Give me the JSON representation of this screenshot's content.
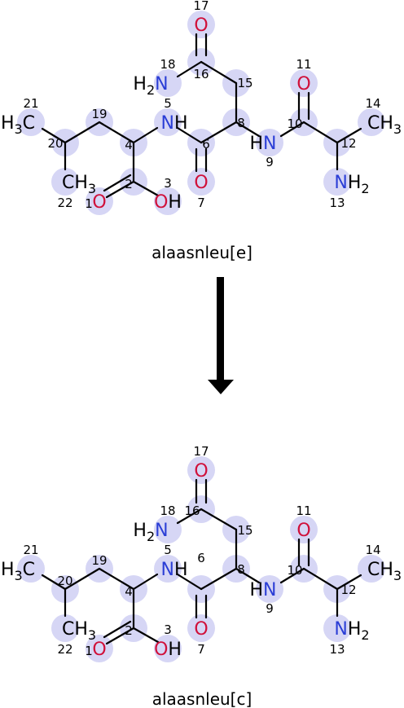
{
  "colors": {
    "highlight": "#d6d6f5",
    "oxygen": "#d0103a",
    "nitrogen": "#2b3ed6",
    "carbon": "#000000"
  },
  "reactant": {
    "name": "alaasnleu[e]",
    "atom_numbers": [
      "1",
      "2",
      "3",
      "4",
      "5",
      "6",
      "7",
      "8",
      "9",
      "10",
      "11",
      "12",
      "13",
      "14",
      "15",
      "16",
      "17",
      "18",
      "19",
      "20",
      "21",
      "22"
    ],
    "labels": {
      "o17": "O",
      "o11": "O",
      "o7": "O",
      "o1": "O",
      "o3": "O",
      "h3": "H",
      "n18_h": "H",
      "n18_sub": "2",
      "n18_n": "N",
      "n5_n": "N",
      "n5_h": "H",
      "n9_h": "H",
      "n9_n": "N",
      "n13_n": "N",
      "n13_h": "H",
      "n13_sub": "2",
      "c21_h": "H",
      "c21_sub": "3",
      "c21_c": "C",
      "c22_c": "C",
      "c22_h": "H",
      "c22_sub": "3",
      "c14_c": "C",
      "c14_h": "H",
      "c14_sub": "3"
    }
  },
  "product": {
    "name": "alaasnleu[c]",
    "atom_numbers": [
      "1",
      "2",
      "3",
      "4",
      "5",
      "6",
      "7",
      "8",
      "9",
      "10",
      "11",
      "12",
      "13",
      "14",
      "15",
      "16",
      "17",
      "18",
      "19",
      "20",
      "21",
      "22"
    ],
    "labels": {
      "o17": "O",
      "o11": "O",
      "o7": "O",
      "o1": "O",
      "o3": "O",
      "h3": "H",
      "n18_h": "H",
      "n18_sub": "2",
      "n18_n": "N",
      "n5_n": "N",
      "n5_h": "H",
      "n9_h": "H",
      "n9_n": "N",
      "n13_n": "N",
      "n13_h": "H",
      "n13_sub": "2",
      "c21_h": "H",
      "c21_sub": "3",
      "c21_c": "C",
      "c22_c": "C",
      "c22_h": "H",
      "c22_sub": "3",
      "c14_c": "C",
      "c14_h": "H",
      "c14_sub": "3"
    }
  },
  "arrow": {
    "direction": "down"
  }
}
